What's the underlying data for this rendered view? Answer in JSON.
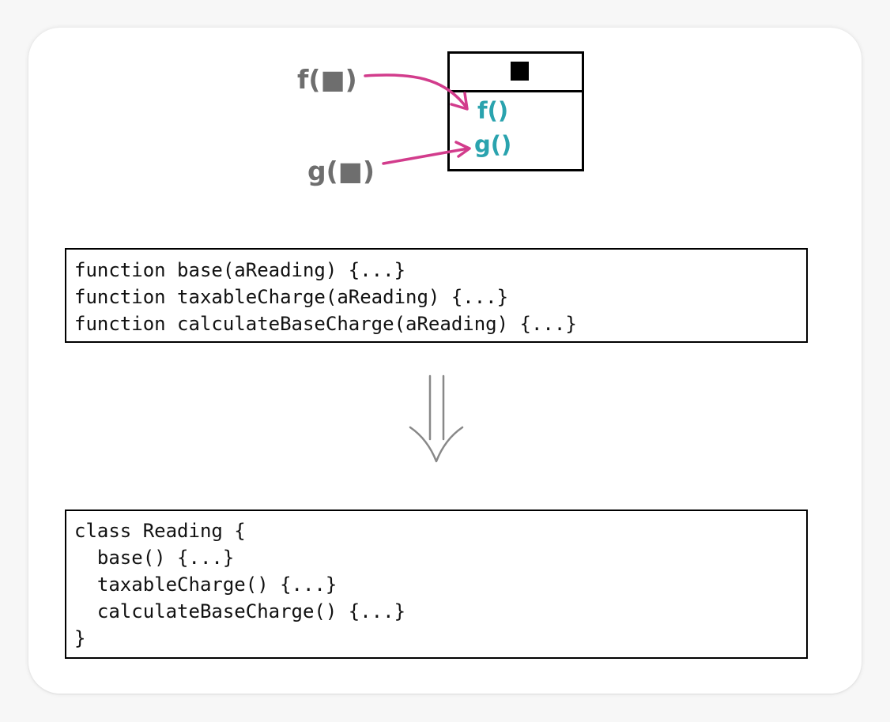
{
  "diagram": {
    "callers": [
      {
        "label": "f(■)"
      },
      {
        "label": "g(■)"
      }
    ],
    "class_box": {
      "symbol": "■",
      "methods": [
        "f()",
        "g()"
      ]
    },
    "colors": {
      "arrow": "#d23c8c",
      "method_text": "#2aa3ae",
      "caller_text": "#6e6e6e",
      "transform_arrow": "#888888"
    }
  },
  "before_code": {
    "lines": [
      "function base(aReading) {...}",
      "function taxableCharge(aReading) {...}",
      "function calculateBaseCharge(aReading) {...}"
    ]
  },
  "after_code": {
    "lines": [
      "class Reading {",
      "  base() {...}",
      "  taxableCharge() {...}",
      "  calculateBaseCharge() {...}",
      "}"
    ]
  }
}
